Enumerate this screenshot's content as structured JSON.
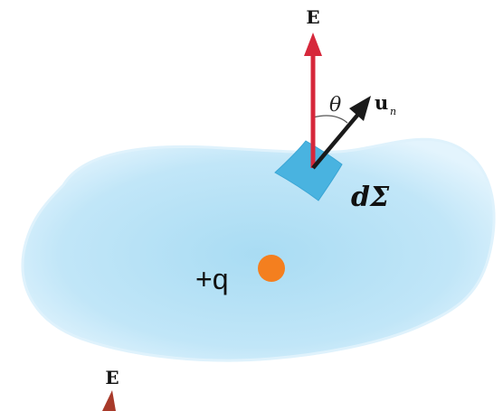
{
  "labels": {
    "e_top": "E",
    "theta": "θ",
    "un_main": "u",
    "un_sub": "n",
    "d_sigma": "dΣ",
    "charge": "+q",
    "e_bottom": "E"
  },
  "colors": {
    "field_vector": "#d6283b",
    "normal_vector": "#1a1a1a",
    "surface_fill": "#bfe6f8",
    "surface_edge": "#d9f1fc",
    "surface_patch": "#49b3e0",
    "charge": "#f47f1f",
    "bottom_vector": "#a83a2a"
  },
  "icons": {
    "field_arrow": "arrow-up-icon",
    "normal_arrow": "arrow-up-right-icon",
    "charge_dot": "filled-circle-icon"
  }
}
